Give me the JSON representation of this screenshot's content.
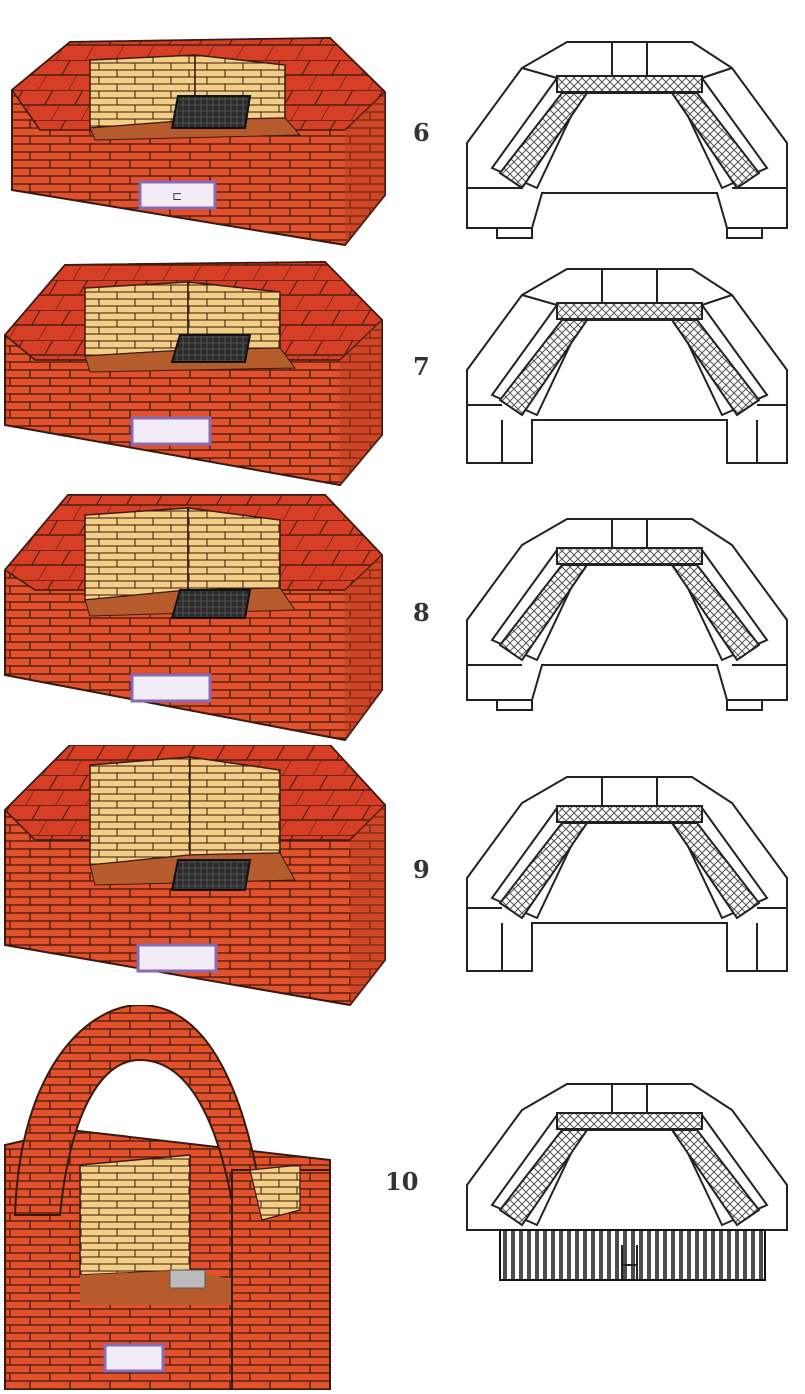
{
  "steps": [
    {
      "label": "6"
    },
    {
      "label": "7"
    },
    {
      "label": "8"
    },
    {
      "label": "9"
    },
    {
      "label": "10"
    }
  ],
  "colors": {
    "brick": "#e2512c",
    "brick_dark": "#b83a1e",
    "brick_top": "#d63f26",
    "inner_brick": "#f3cf86",
    "inner_brick_shade": "#e8bb6e",
    "floor": "#b65c2c",
    "grate": "#2b2b2b",
    "mortar": "#3a1a10",
    "ash_door": "#f2ecf7",
    "ash_door_frame": "#8a6ab5",
    "hatch": "#555555"
  },
  "icons": [
    "ash-door-icon",
    "grate-icon"
  ]
}
